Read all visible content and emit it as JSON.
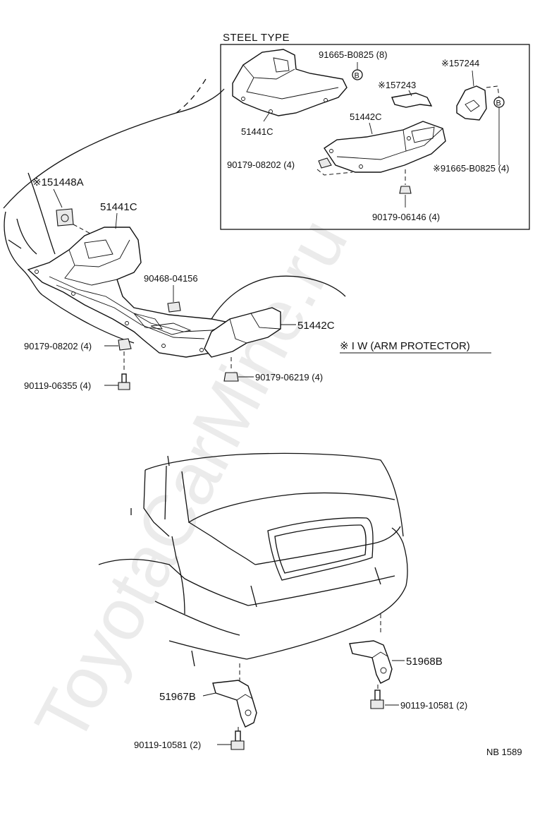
{
  "watermark": "ToyotaCarMine.ru",
  "steel_type": {
    "title": "STEEL TYPE",
    "parts": {
      "bolt_91665_b0825_8": "91665-B0825 (8)",
      "marker_b1": "B",
      "part_157244": "※157244",
      "part_157243": "※157243",
      "part_51442c": "51442C",
      "part_51441c": "51441C",
      "bolt_90179_08202_4": "90179-08202 (4)",
      "bolt_91665_b0825_4": "※91665-B0825 (4)",
      "marker_b2": "B",
      "nut_90179_06146_4": "90179-06146 (4)"
    }
  },
  "front": {
    "part_151448a": "※151448A",
    "part_51441c": "51441C",
    "clip_90468_04156": "90468-04156",
    "part_51442c": "51442C",
    "bolt_90179_08202_4": "90179-08202 (4)",
    "bolt_90119_06355_4": "90119-06355 (4)",
    "nut_90179_06219_4": "90179-06219 (4)",
    "note_arm_protector": "※ I W (ARM PROTECTOR)"
  },
  "rear": {
    "part_51968b": "51968B",
    "bolt_90119_10581_right": "90119-10581 (2)",
    "part_51967b": "51967B",
    "bolt_90119_10581_left": "90119-10581 (2)"
  },
  "diagram_code": "NB 1589"
}
